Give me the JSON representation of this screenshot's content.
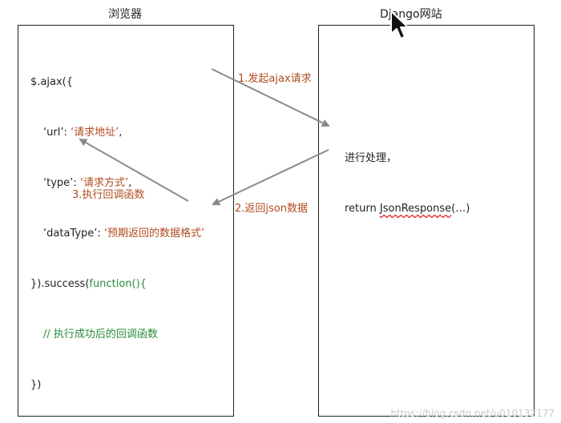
{
  "browser": {
    "title": "浏览器",
    "code": {
      "line1": "$.ajax({",
      "url_key": "‘url’: ",
      "url_val": "‘请求地址’",
      "type_key": "‘type’: ",
      "type_val": "‘请求方式’",
      "datatype_key": "‘dataType’: ",
      "datatype_val": "‘预期返回的数据格式’",
      "success_prefix": "}).success(",
      "success_fn": "function(){",
      "comment": "// 执行成功后的回调函数",
      "close": "})"
    }
  },
  "server": {
    "title": "Django网站",
    "line1": "进行处理，",
    "return_kw": "return ",
    "return_call": "JsonResponse",
    "return_args": "(…)"
  },
  "steps": {
    "step1": "1.发起ajax请求",
    "step2": "2.返回json数据",
    "step3": "3.执行回调函数"
  },
  "watermark": "https://blog.csdn.net/u010132177",
  "colors": {
    "string_accent": "#b04a1e",
    "comment_green": "#2a8a3a",
    "arrow_gray": "#8a8a8a"
  },
  "icons": [
    "mouse-pointer-icon"
  ]
}
